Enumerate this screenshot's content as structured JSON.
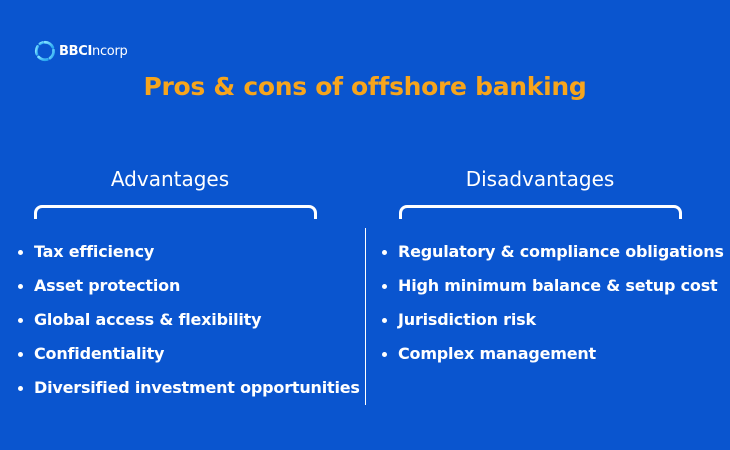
{
  "brand": {
    "name_bold": "BBCI",
    "name_light": "ncorp",
    "icon": "circular-aperture-logo-icon"
  },
  "title": "Pros & cons of offshore banking",
  "colors": {
    "background": "#0a55cf",
    "title": "#f7a51c",
    "text": "#ffffff"
  },
  "advantages": {
    "heading": "Advantages",
    "items": [
      "Tax efficiency",
      "Asset protection",
      "Global access & flexibility",
      "Confidentiality",
      "Diversified investment opportunities"
    ]
  },
  "disadvantages": {
    "heading": "Disadvantages",
    "items": [
      "Regulatory & compliance obligations",
      "High minimum balance & setup cost",
      "Jurisdiction risk",
      "Complex management"
    ]
  }
}
